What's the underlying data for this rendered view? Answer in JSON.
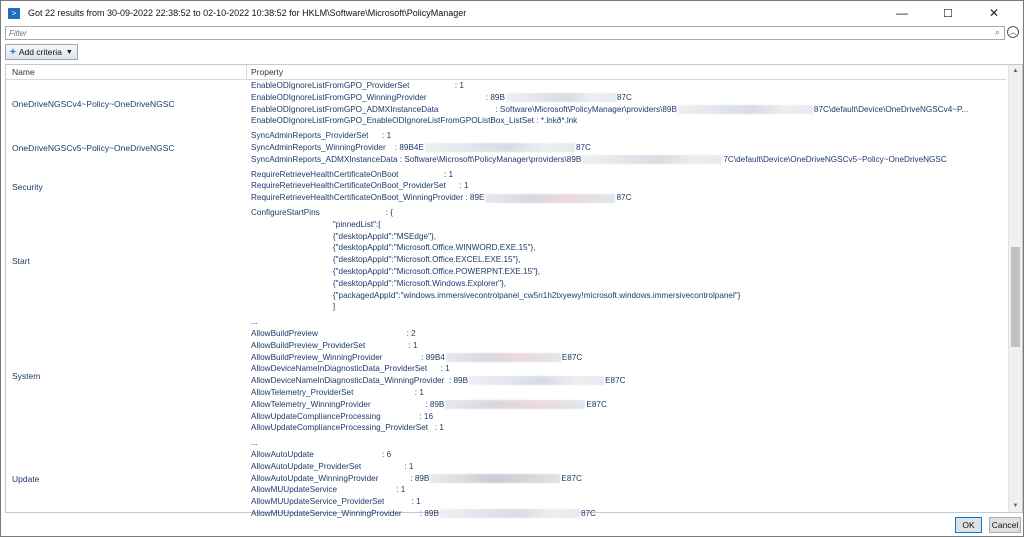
{
  "window": {
    "title": "Got 22 results from 30-09-2022 22:38:52 to 02-10-2022 10:38:52 for HKLM\\Software\\Microsoft\\PolicyManager",
    "minimize_glyph": "—",
    "maximize_glyph": "☐",
    "close_glyph": "✕"
  },
  "filter": {
    "placeholder": "Filter",
    "search_glyph": "⌕",
    "collapse_glyph": "︿"
  },
  "toolbar": {
    "add_criteria_label": "Add criteria",
    "plus_glyph": "+",
    "caret_glyph": "▼"
  },
  "grid": {
    "columns": {
      "name": "Name",
      "property": "Property"
    },
    "rows": [
      {
        "name": "OneDriveNGSCv4~Policy~OneDriveNGSC",
        "lines": [
          [
            "EnableODIgnoreListFromGPO_ProviderSet                    : 1"
          ],
          [
            "EnableODIgnoreListFromGPO_WinningProvider                          : 89B",
            "~blur:110",
            "87C"
          ],
          [
            "EnableODIgnoreListFromGPO_ADMXInstanceData                         : Software\\Microsoft\\PolicyManager\\providers\\89B",
            "~blur:135",
            "87C\\default\\Device\\OneDriveNGSCv4~P..."
          ],
          [
            "EnableODIgnoreListFromGPO_EnableODIgnoreListFromGPOListBox_ListSet : *.lnkð*.lnk"
          ]
        ]
      },
      {
        "name": "OneDriveNGSCv5~Policy~OneDriveNGSC",
        "lines": [
          [
            "SyncAdminReports_ProviderSet      : 1"
          ],
          [
            "SyncAdminReports_WinningProvider    : 89B4E",
            "~blur:150",
            "87C"
          ],
          [
            "SyncAdminReports_ADMXInstanceData : Software\\Microsoft\\PolicyManager\\providers\\89B",
            "~blur:140",
            "7C\\default\\Device\\OneDriveNGSCv5~Policy~OneDriveNGSC"
          ]
        ]
      },
      {
        "name": "Security",
        "lines": [
          [
            "RequireRetrieveHealthCertificateOnBoot                    : 1"
          ],
          [
            "RequireRetrieveHealthCertificateOnBoot_ProviderSet      : 1"
          ],
          [
            "RequireRetrieveHealthCertificateOnBoot_WinningProvider : 89E",
            "~blur:pink:130",
            "87C"
          ]
        ]
      },
      {
        "name": "Start",
        "lines": [
          [
            "ConfigureStartPins                             : {"
          ],
          [
            "                                    \"pinnedList\":["
          ],
          [
            "                                    {\"desktopAppId\":\"MSEdge\"},"
          ],
          [
            "                                    {\"desktopAppId\":\"Microsoft.Office.WINWORD.EXE.15\"},"
          ],
          [
            "                                    {\"desktopAppId\":\"Microsoft.Office.EXCEL.EXE.15\"},"
          ],
          [
            "                                    {\"desktopAppId\":\"Microsoft.Office.POWERPNT.EXE.15\"},"
          ],
          [
            "                                    {\"desktopAppId\":\"Microsoft.Windows.Explorer\"},"
          ],
          [
            "                                    {\"packagedAppId\":\"windows.immersivecontrolpanel_cw5n1h2txyewy!microsoft.windows.immersivecontrolpanel\"}"
          ],
          [
            "                                    ]"
          ]
        ]
      },
      {
        "name": "System",
        "lines": [
          [
            "..."
          ],
          [
            "AllowBuildPreview                                       : 2"
          ],
          [
            "AllowBuildPreview_ProviderSet                   : 1"
          ],
          [
            "AllowBuildPreview_WinningProvider                 : 89B4",
            "~blur:pink:115",
            "E87C"
          ],
          [
            "AllowDeviceNameInDiagnosticData_ProviderSet      : 1"
          ],
          [
            "AllowDeviceNameInDiagnosticData_WinningProvider  : 89B",
            "~blur:135",
            "E87C"
          ],
          [
            "AllowTelemetry_ProviderSet                           : 1"
          ],
          [
            "AllowTelemetry_WinningProvider                        : 89B",
            "~blur:pink:140",
            "E87C"
          ],
          [
            "AllowUpdateComplianceProcessing                 : 16"
          ],
          [
            "AllowUpdateComplianceProcessing_ProviderSet   : 1"
          ]
        ]
      },
      {
        "name": "Update",
        "lines": [
          [
            "..."
          ],
          [
            "AllowAutoUpdate                              : 6"
          ],
          [
            "AllowAutoUpdate_ProviderSet                   : 1"
          ],
          [
            "AllowAutoUpdate_WinningProvider              : 89B",
            "~blur:gray:130",
            "E87C"
          ],
          [
            "AllowMUUpdateService                          : 1"
          ],
          [
            "AllowMUUpdateService_ProviderSet            : 1"
          ],
          [
            "AllowMUUpdateService_WinningProvider        : 89B",
            "~blur:140",
            "87C"
          ]
        ]
      }
    ]
  },
  "footer": {
    "ok_label": "OK",
    "cancel_label": "Cancel"
  },
  "scrollbar": {
    "up_glyph": "▲",
    "down_glyph": "▼"
  }
}
